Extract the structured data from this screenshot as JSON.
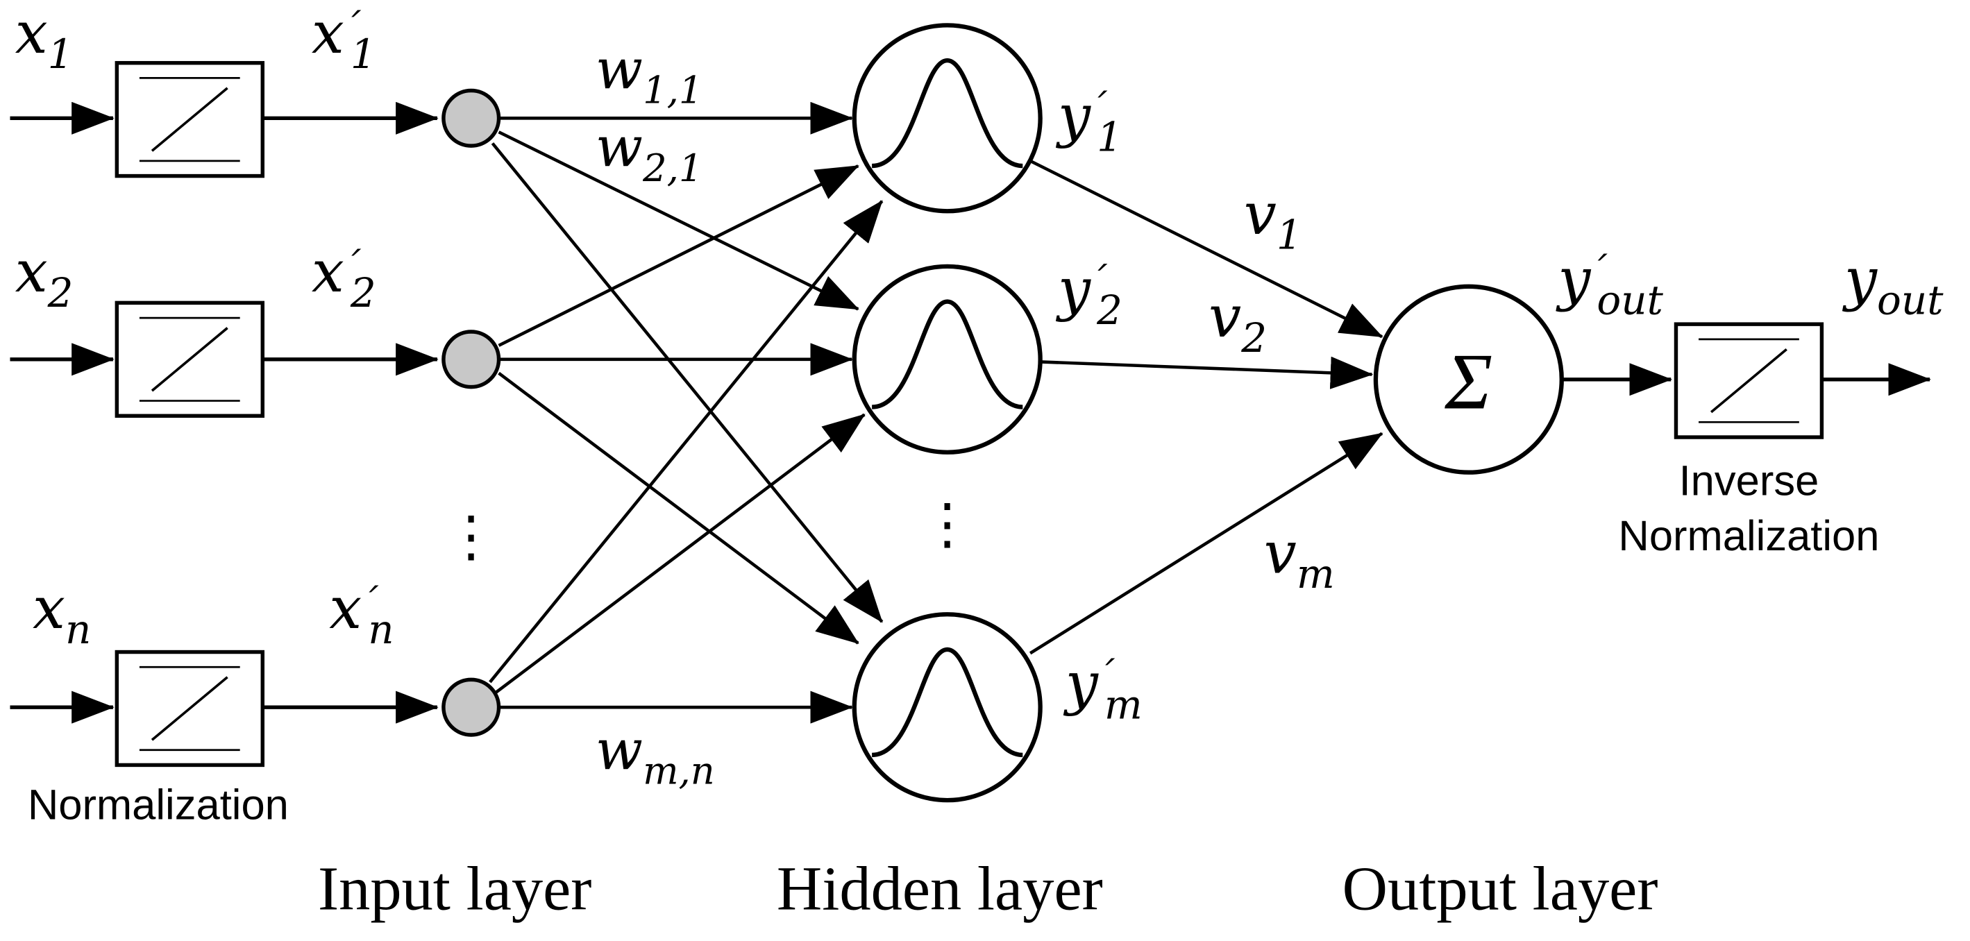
{
  "inputs": [
    {
      "var": "x",
      "sub": "1",
      "norm_var": "x",
      "norm_sub": "1"
    },
    {
      "var": "x",
      "sub": "2",
      "norm_var": "x",
      "norm_sub": "2"
    },
    {
      "var": "x",
      "sub": "n",
      "norm_var": "x",
      "norm_sub": "n"
    }
  ],
  "prime_mark": "´",
  "weights": {
    "w11": {
      "var": "w",
      "sub": "1,1"
    },
    "w21": {
      "var": "w",
      "sub": "2,1"
    },
    "wmn": {
      "var": "w",
      "sub": "m,n"
    }
  },
  "hidden_outputs": [
    {
      "var": "y",
      "sub": "1"
    },
    {
      "var": "y",
      "sub": "2"
    },
    {
      "var": "y",
      "sub": "m"
    }
  ],
  "output_weights": [
    {
      "var": "v",
      "sub": "1"
    },
    {
      "var": "v",
      "sub": "2"
    },
    {
      "var": "v",
      "sub": "m"
    }
  ],
  "sum_symbol": "Σ",
  "y_out_prime": {
    "var": "y",
    "sub": "out"
  },
  "y_out": {
    "var": "y",
    "sub": "out"
  },
  "ellipsis": "⋮",
  "labels": {
    "normalization": "Normalization",
    "inverse_line1": "Inverse",
    "inverse_line2": "Normalization",
    "input_layer": "Input layer",
    "hidden_layer": "Hidden layer",
    "output_layer": "Output layer"
  }
}
